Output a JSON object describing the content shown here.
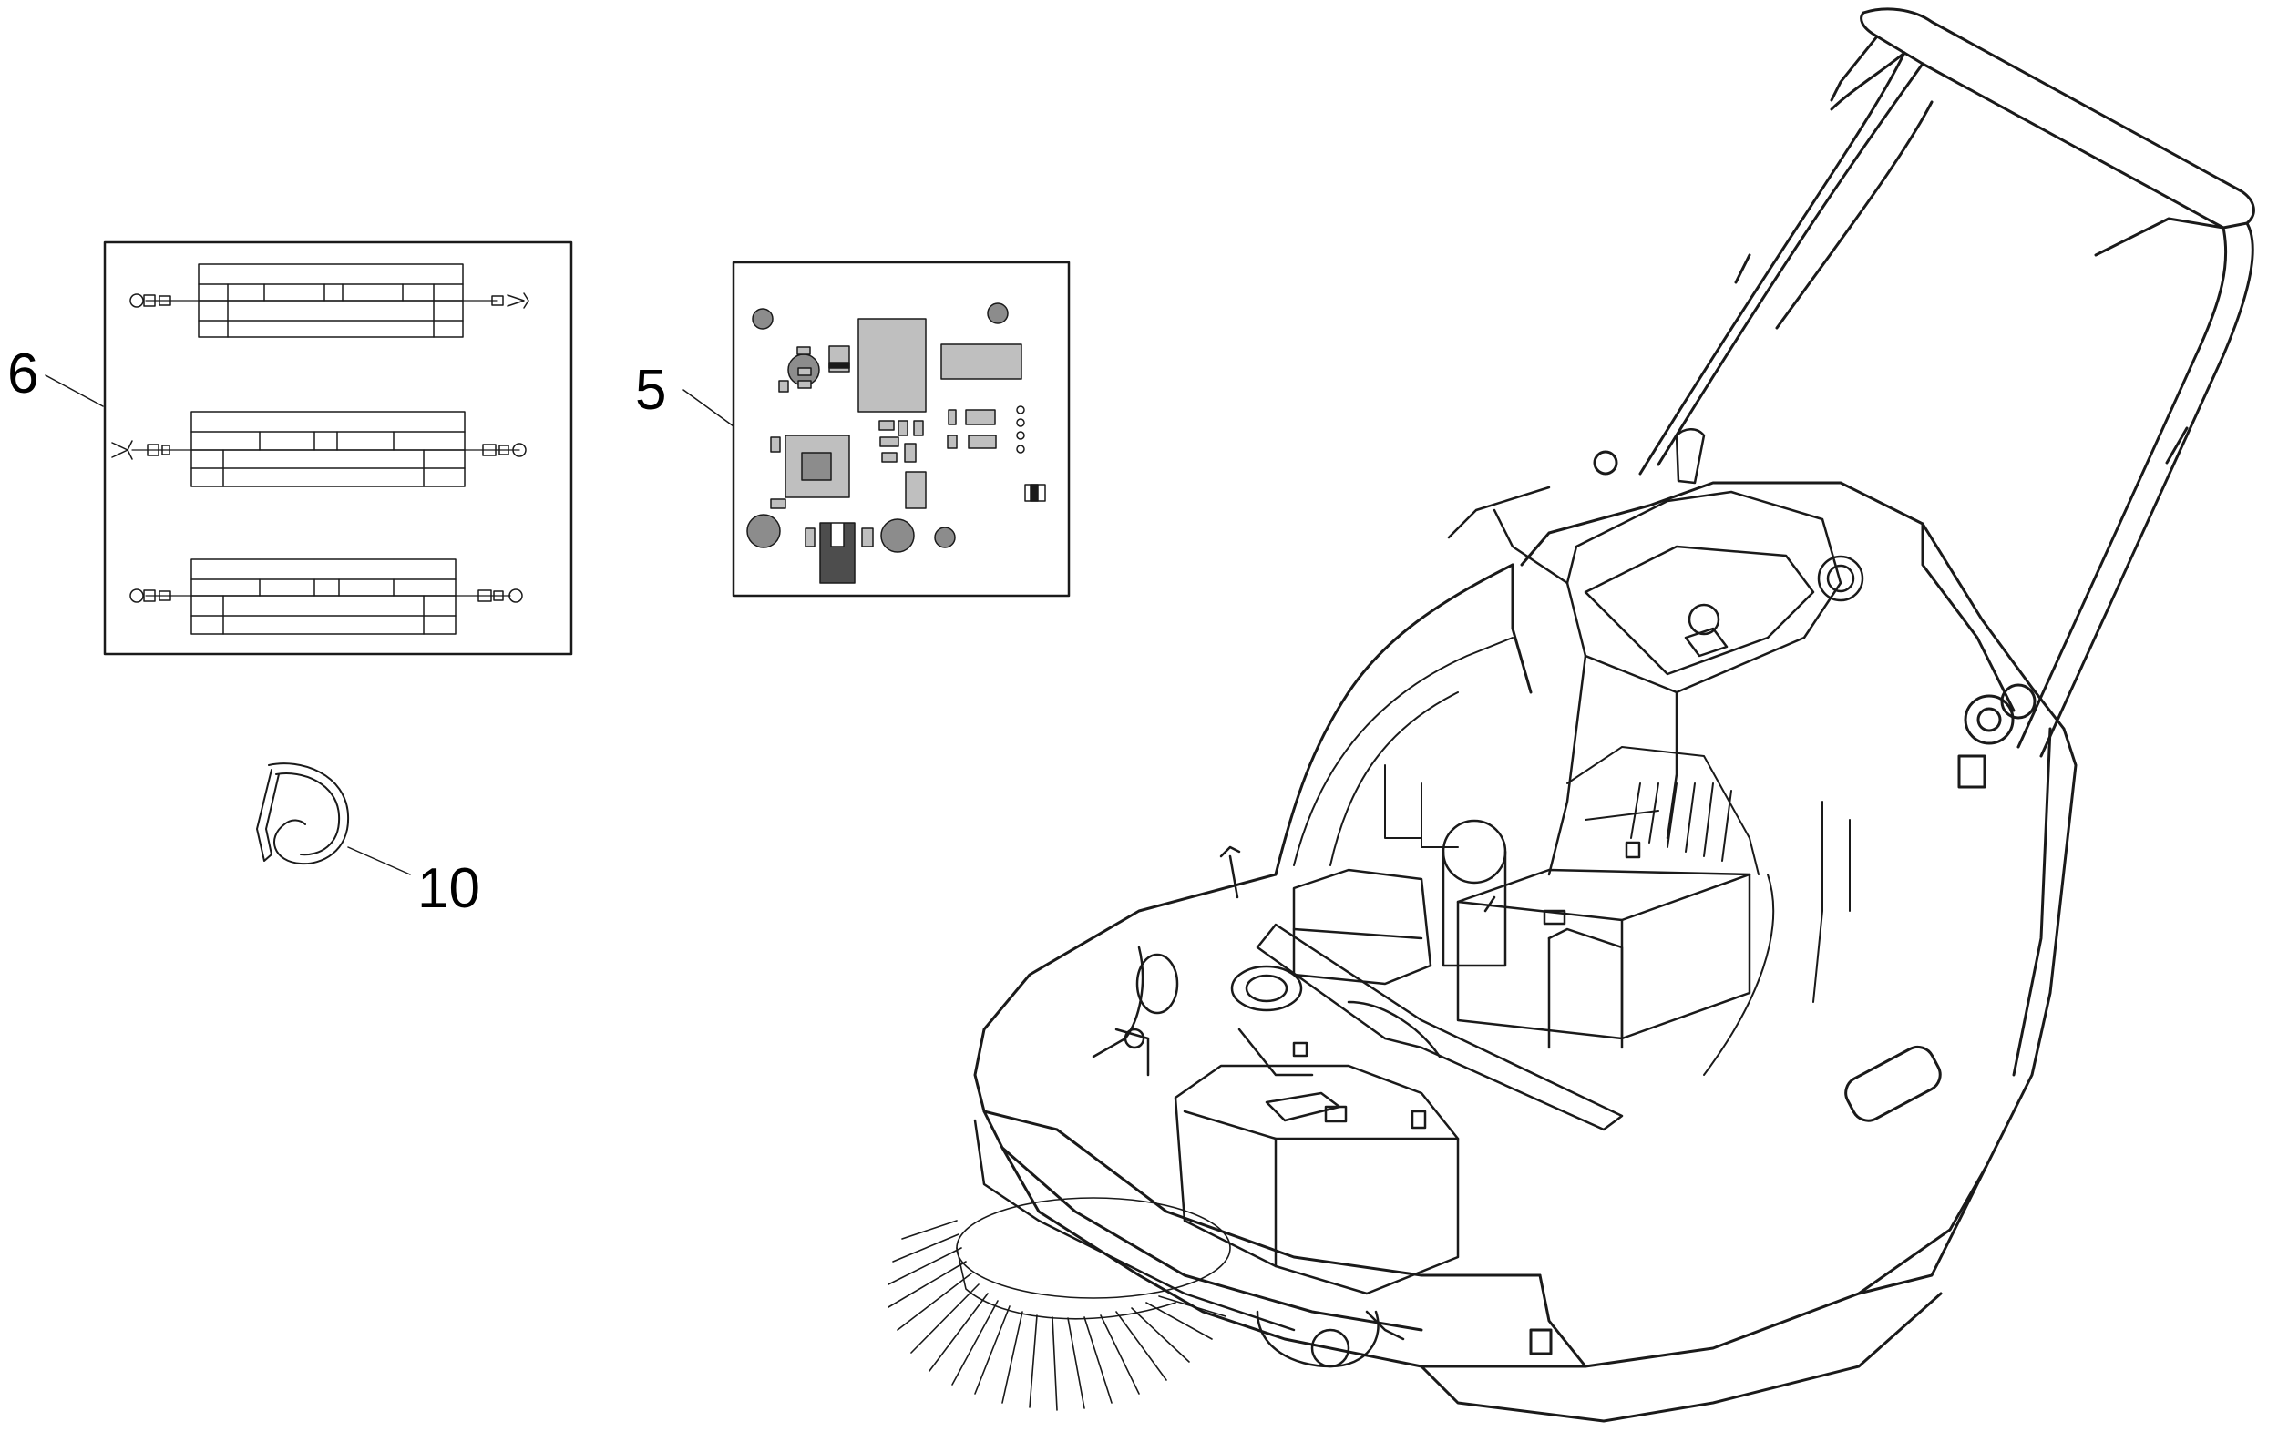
{
  "callouts": {
    "wiring_harness": "6",
    "circuit_board": "5",
    "cable_tie": "10"
  },
  "colors": {
    "line": "#1a1a1a",
    "component_light": "#bfbfbf",
    "component_mid": "#8c8c8c",
    "component_dark": "#4d4d4d"
  }
}
